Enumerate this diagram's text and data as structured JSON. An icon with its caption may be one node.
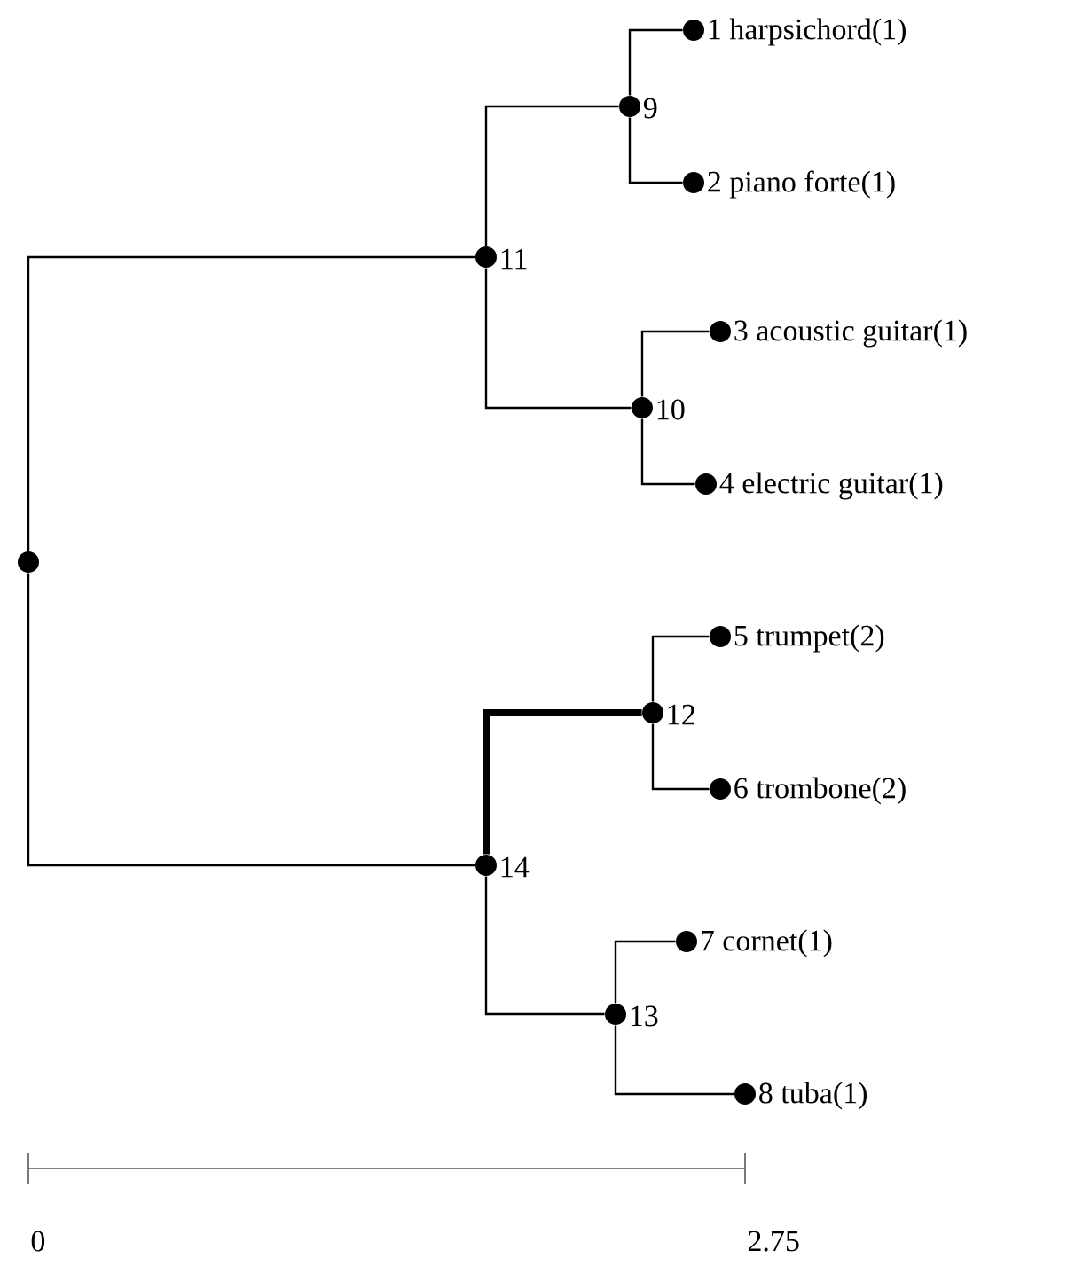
{
  "diagram": {
    "nodes": [
      {
        "text": [],
        "shape": "circle",
        "beside": [
          "1 harpsichord(1)"
        ]
      },
      {
        "text": [],
        "shape": "circle",
        "beside": [
          "2 piano forte(1)"
        ]
      },
      {
        "text": [],
        "shape": "circle",
        "beside": [
          "3 acoustic guitar(1)"
        ]
      },
      {
        "text": [],
        "shape": "circle",
        "beside": [
          "4 electric guitar(1)"
        ]
      },
      {
        "text": [],
        "shape": "circle",
        "beside": [
          "5 trumpet(2)"
        ]
      },
      {
        "text": [],
        "shape": "circle",
        "beside": [
          "6 trombone(2)"
        ]
      },
      {
        "text": [],
        "shape": "circle",
        "beside": [
          "7 cornet(1)"
        ]
      },
      {
        "text": [],
        "shape": "circle",
        "beside": [
          "8 tuba(1)"
        ]
      },
      {
        "text": [],
        "shape": "circle",
        "beside": [
          "9"
        ]
      },
      {
        "text": [],
        "shape": "circle",
        "beside": [
          "10"
        ]
      },
      {
        "text": [],
        "shape": "circle",
        "beside": [
          "11"
        ]
      },
      {
        "text": [],
        "shape": "circle",
        "beside": [
          "12"
        ]
      },
      {
        "text": [],
        "shape": "circle",
        "beside": [
          "13"
        ]
      },
      {
        "text": [],
        "shape": "circle",
        "beside": [
          "14"
        ]
      },
      {
        "text": [],
        "shape": "circle"
      }
    ],
    "edges": [
      {
        "from": 14,
        "to": 10,
        "arrow": "none"
      },
      {
        "from": 14,
        "to": 13,
        "arrow": "none"
      },
      {
        "from": 10,
        "to": 8,
        "arrow": "none"
      },
      {
        "from": 10,
        "to": 9,
        "arrow": "none"
      },
      {
        "from": 8,
        "to": 0,
        "arrow": "none"
      },
      {
        "from": 8,
        "to": 1,
        "arrow": "none"
      },
      {
        "from": 9,
        "to": 2,
        "arrow": "none"
      },
      {
        "from": 9,
        "to": 3,
        "arrow": "none"
      },
      {
        "from": 13,
        "to": 11,
        "arrow": "none",
        "style": "thick"
      },
      {
        "from": 13,
        "to": 12,
        "arrow": "none"
      },
      {
        "from": 11,
        "to": 4,
        "arrow": "none"
      },
      {
        "from": 11,
        "to": 5,
        "arrow": "none"
      },
      {
        "from": 12,
        "to": 6,
        "arrow": "none"
      },
      {
        "from": 12,
        "to": 7,
        "arrow": "none"
      }
    ],
    "labels": [
      "0",
      "2.75"
    ]
  }
}
